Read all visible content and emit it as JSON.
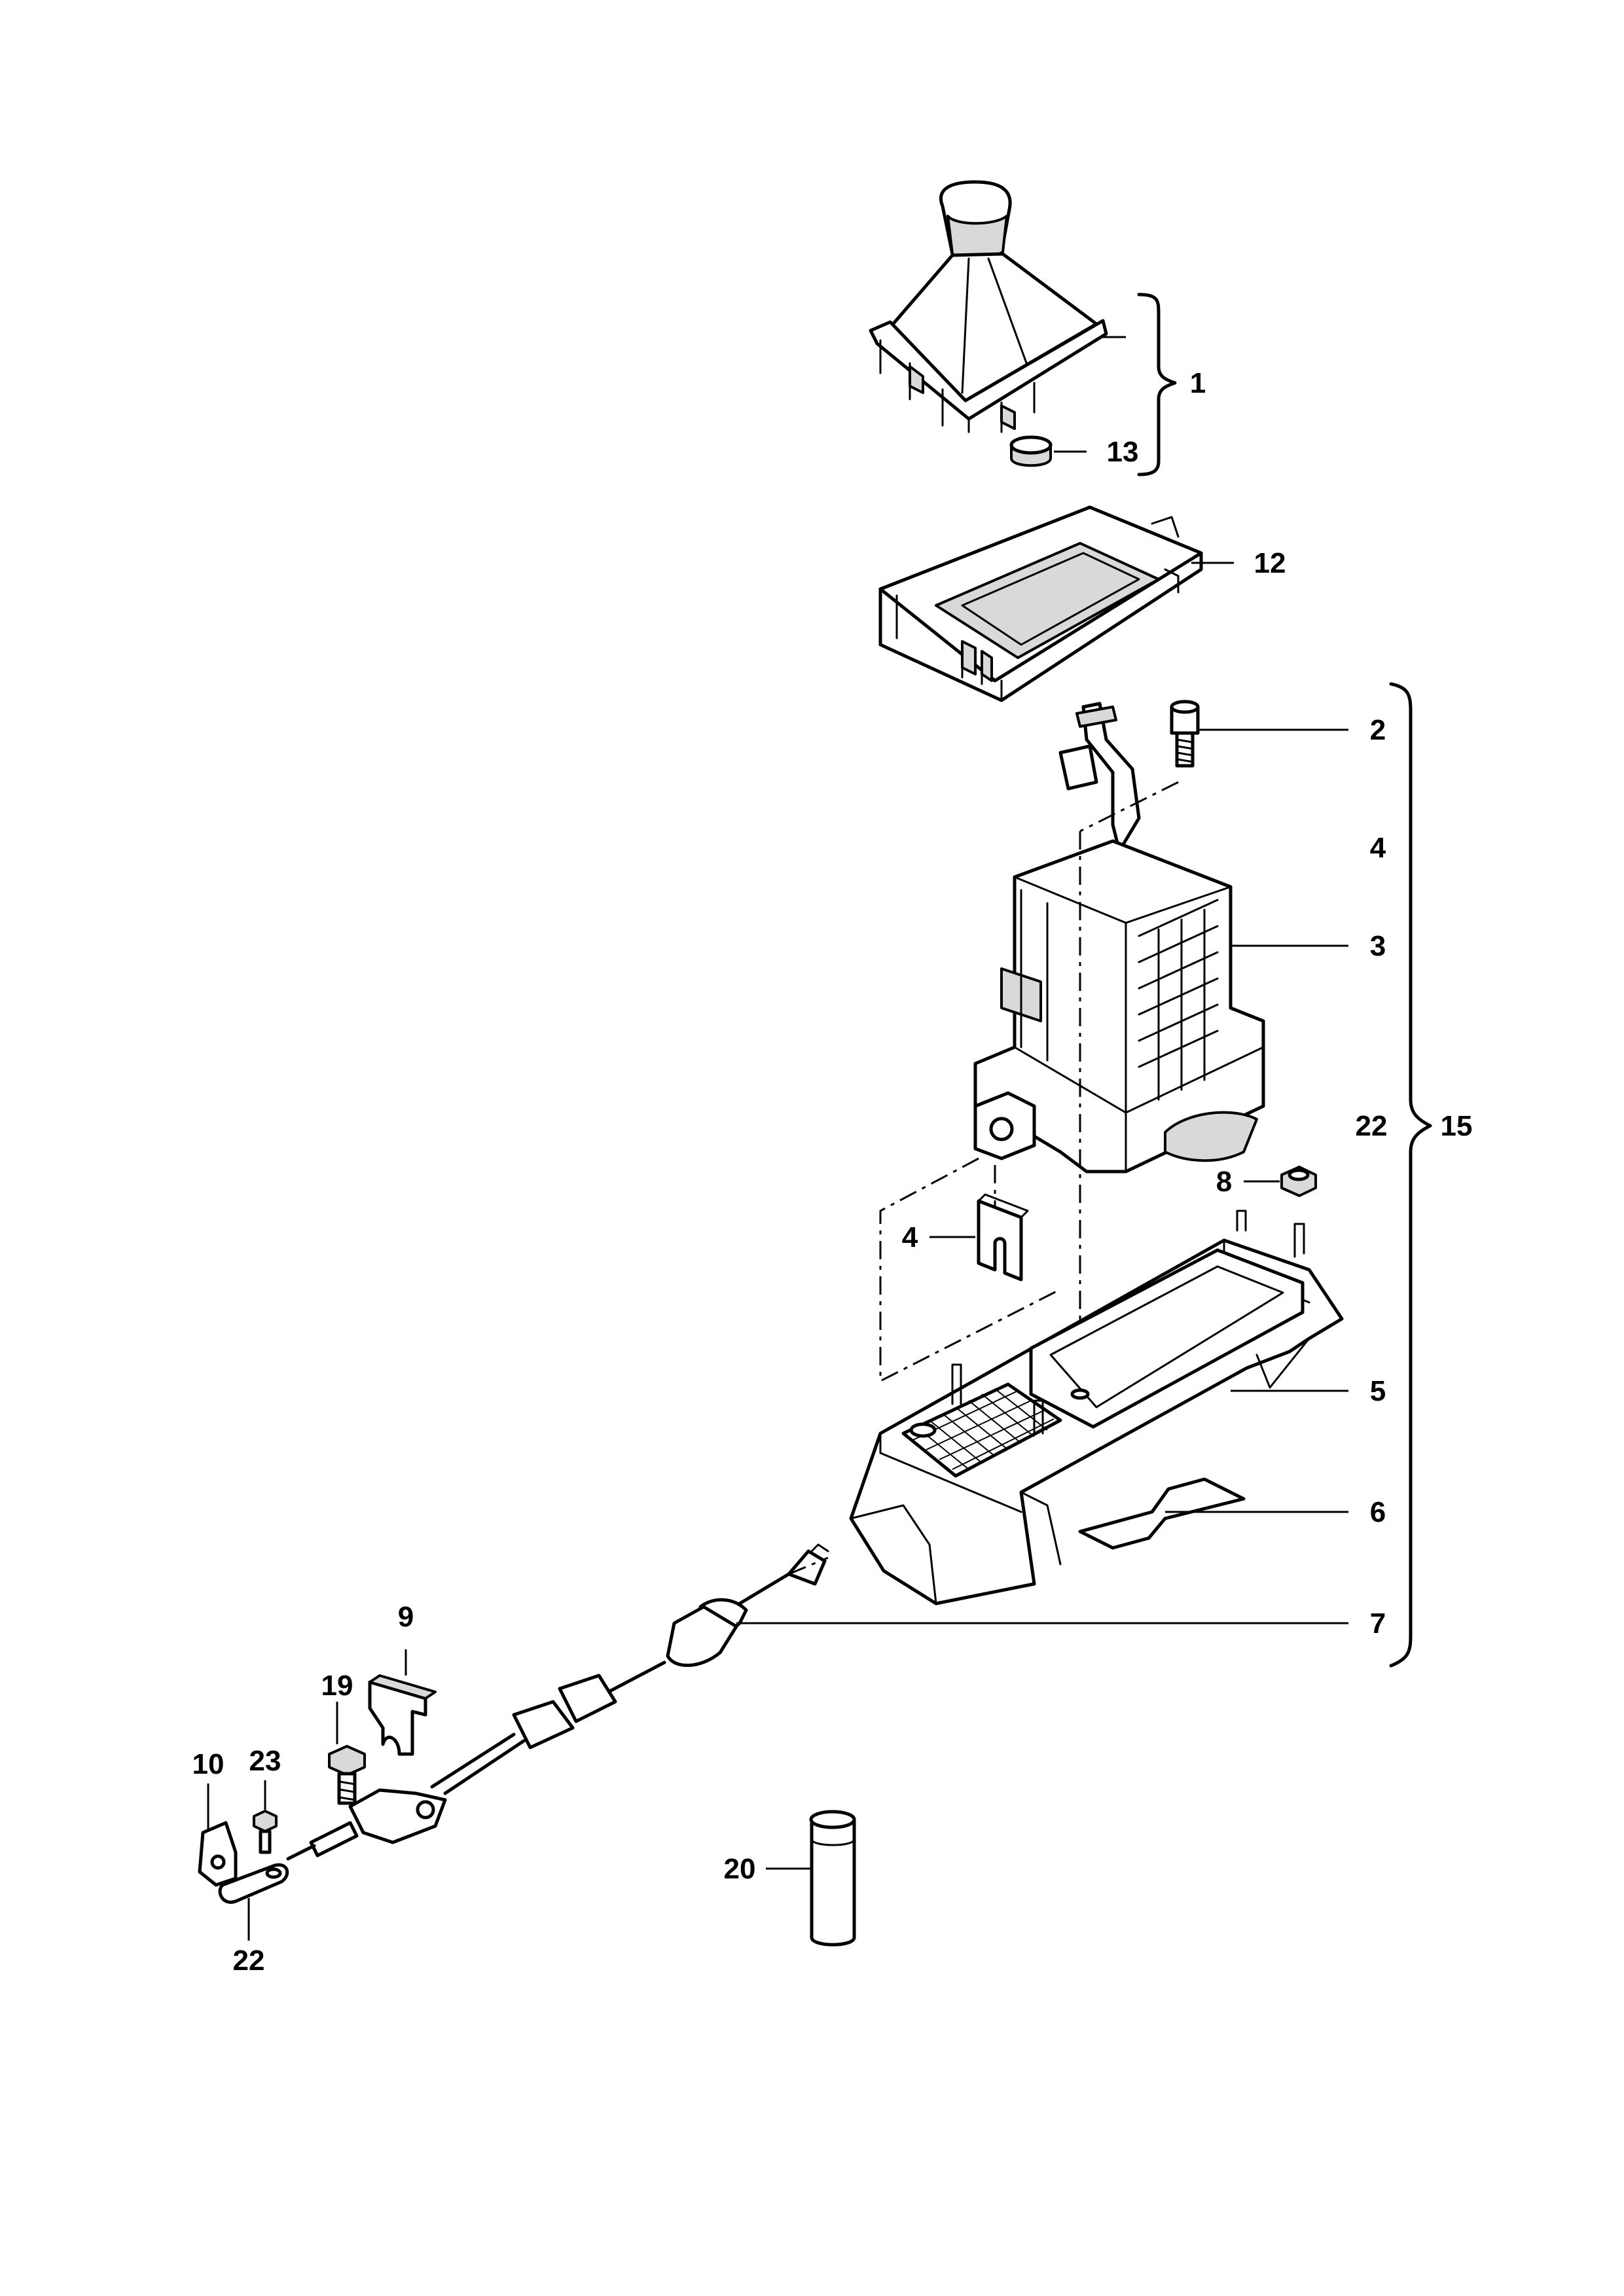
{
  "callouts": {
    "c1": "1",
    "c13": "13",
    "c12": "12",
    "c2": "2",
    "c4_upper": "4",
    "c3": "3",
    "c22_upper": "22",
    "c15": "15",
    "c8": "8",
    "c4_lower": "4",
    "c5": "5",
    "c6": "6",
    "c7": "7",
    "c9": "9",
    "c19": "19",
    "c10": "10",
    "c23": "23",
    "c20": "20",
    "c22_lower": "22"
  }
}
